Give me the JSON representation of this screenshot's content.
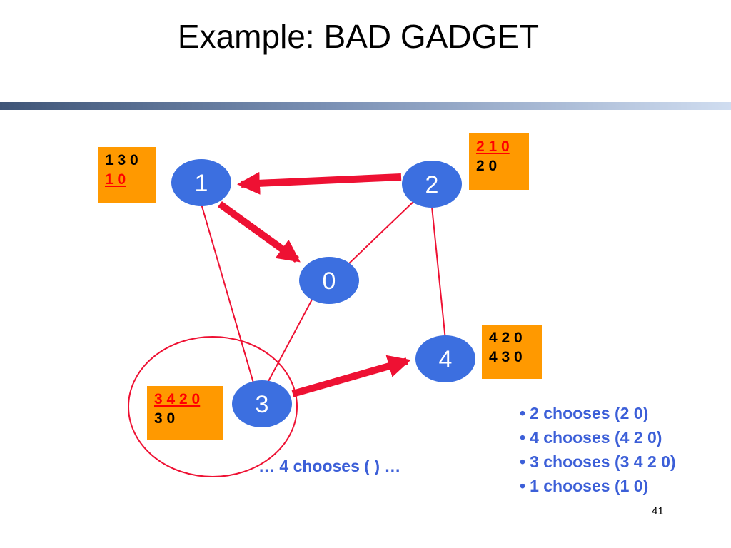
{
  "slide": {
    "title": "Example: BAD GADGET",
    "page_number": "41"
  },
  "colors": {
    "node_fill": "#3c6fe0",
    "edge": "#ee1133",
    "box_fill": "#ff9900",
    "preferred_text": "#ff0000",
    "caption_text": "#3c5fd8"
  },
  "nodes": [
    {
      "id": "0",
      "label": "0"
    },
    {
      "id": "1",
      "label": "1"
    },
    {
      "id": "2",
      "label": "2"
    },
    {
      "id": "3",
      "label": "3"
    },
    {
      "id": "4",
      "label": "4"
    }
  ],
  "edges": [
    {
      "from": "1",
      "to": "3",
      "style": "thin"
    },
    {
      "from": "2",
      "to": "0",
      "style": "thin"
    },
    {
      "from": "2",
      "to": "4",
      "style": "thin"
    },
    {
      "from": "0",
      "to": "3",
      "style": "thin"
    },
    {
      "from": "2",
      "to": "1",
      "style": "thick-arrow"
    },
    {
      "from": "1",
      "to": "0",
      "style": "thick-arrow"
    },
    {
      "from": "3",
      "to": "4",
      "style": "thick-arrow"
    }
  ],
  "path_boxes": {
    "node1": {
      "first": "1 3 0",
      "second": "1 0",
      "preferred": "second"
    },
    "node2": {
      "first": "2 1 0",
      "second": "2 0",
      "preferred": "first"
    },
    "node4": {
      "first": "4 2 0",
      "second": "4 3 0",
      "preferred": "none"
    },
    "node3": {
      "first": "3 4 2 0",
      "second": "3 0",
      "preferred": "first"
    }
  },
  "caption": "… 4 chooses ( ) …",
  "choices": {
    "bullet": "•",
    "items": [
      "2 chooses (2 0)",
      "4 chooses (4 2 0)",
      "3 chooses (3 4 2 0)",
      "1 chooses (1 0)"
    ]
  }
}
